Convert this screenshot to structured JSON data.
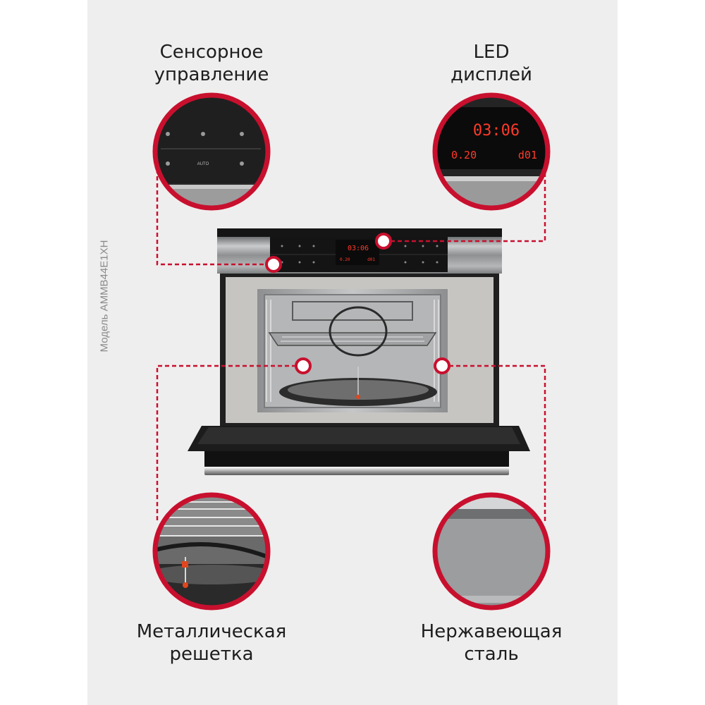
{
  "model_label": "Модель AMMB44E1XH",
  "features": {
    "touch": {
      "line1": "Сенсорное",
      "line2": "управление",
      "icon": "touch-panel-icon",
      "auto_label": "AUTO"
    },
    "led": {
      "line1": "LED",
      "line2": "дисплей",
      "time": "03:06",
      "row_left": "0.20",
      "row_right": "d01"
    },
    "grill": {
      "line1": "Металлическая",
      "line2": "решетка"
    },
    "steel": {
      "line1": "Нержавеющая",
      "line2": "сталь"
    }
  },
  "oven": {
    "display_time": "03:06"
  },
  "colors": {
    "accent": "#c8102e",
    "panel_bg": "#efeeee",
    "oven_black": "#1a1a1a",
    "led_red": "#ff3a2a",
    "steel": "#9a9a9a"
  }
}
